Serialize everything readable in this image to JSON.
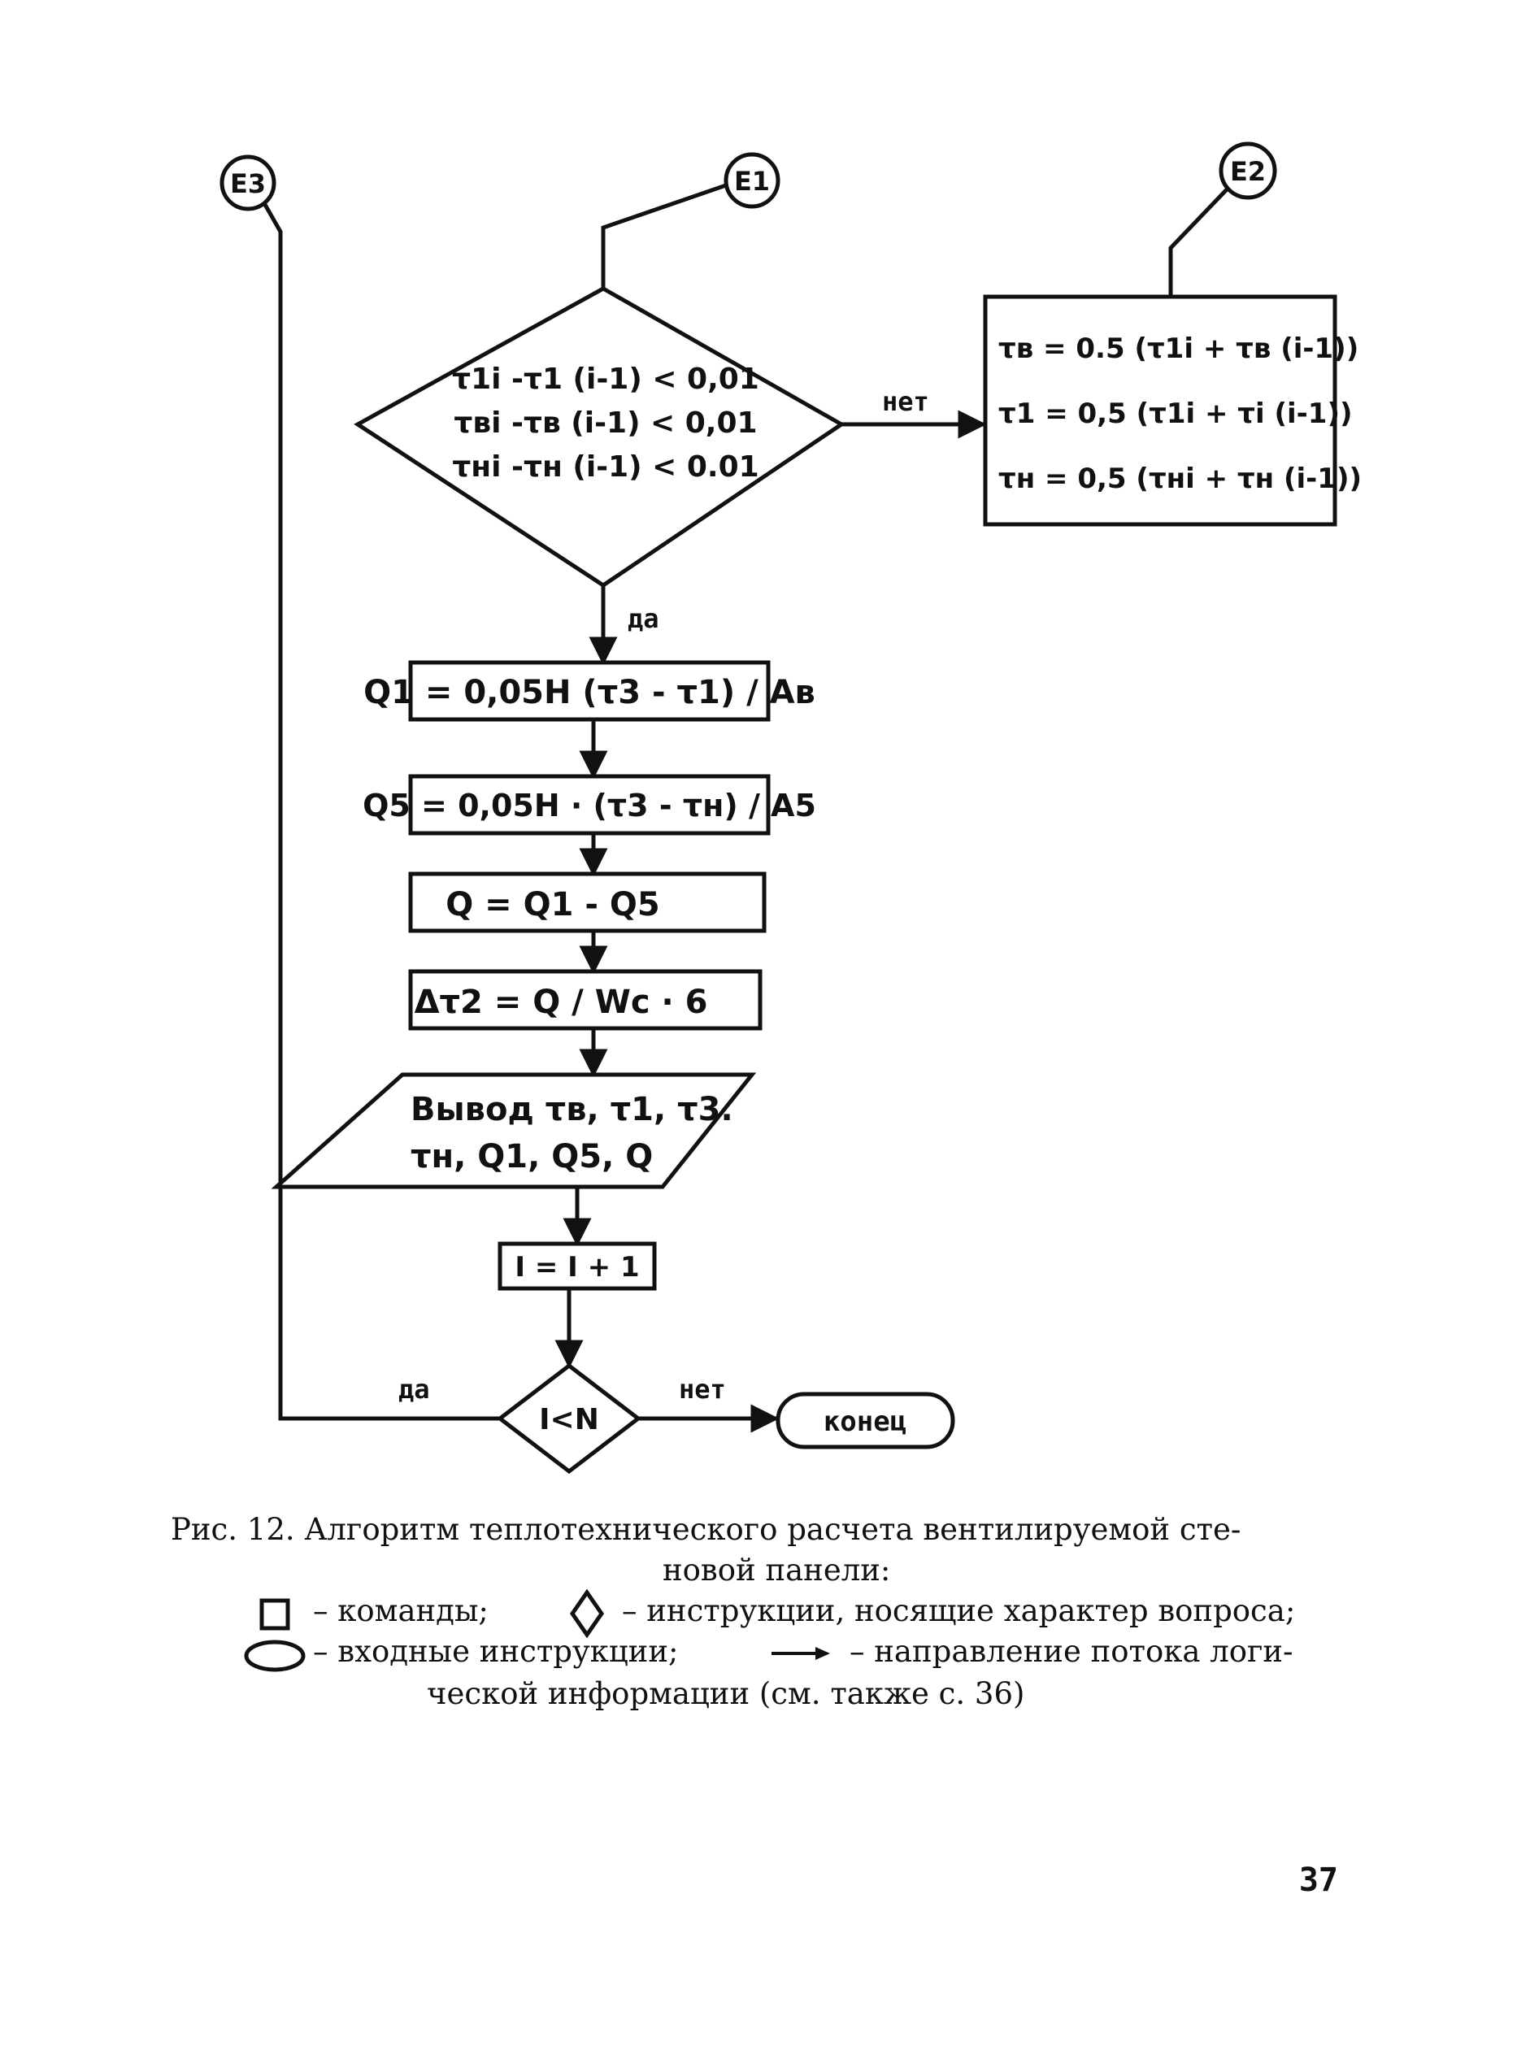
{
  "connectors": {
    "e1": "E1",
    "e2": "E2",
    "e3": "E3"
  },
  "labels": {
    "yes": "да",
    "no": "нет"
  },
  "nodes": {
    "decision_main": [
      "τ1i -τ1 (i-1) < 0,01",
      "τвi -τв (i-1) < 0,01",
      "τнi -τн (i-1) < 0.01"
    ],
    "correction": [
      "τв = 0.5 (τ1i + τв (i-1))",
      "τ1 = 0,5 (τ1i + τi (i-1))",
      "τн = 0,5 (τнi + τн (i-1))"
    ],
    "q1": "Q1 = 0,05H (τ3 - τ1) / Ав",
    "q5": "Q5 = 0,05H · (τ3 - τн) / А5",
    "q": "Q = Q1 - Q5",
    "dt": "Δτ2 = Q / Wc · 6",
    "output": [
      "Вывод τв, τ1, τ3.",
      "τн, Q1, Q5, Q"
    ],
    "increment": "I = I + 1",
    "decision_loop": "I<N",
    "end": "конец"
  },
  "caption": {
    "line1": "Рис. 12. Алгоритм теплотехнического расчета  вентилируемой  сте-",
    "line2": "новой панели:",
    "legend_commands": "– команды;",
    "legend_questions": "– инструкции, носящие характер вопроса;",
    "legend_input": "– входные инструкции;",
    "legend_flow": "– направление потока логи-",
    "line_last": "ческой информации  (см. также с. 36)"
  },
  "page_number": "37"
}
